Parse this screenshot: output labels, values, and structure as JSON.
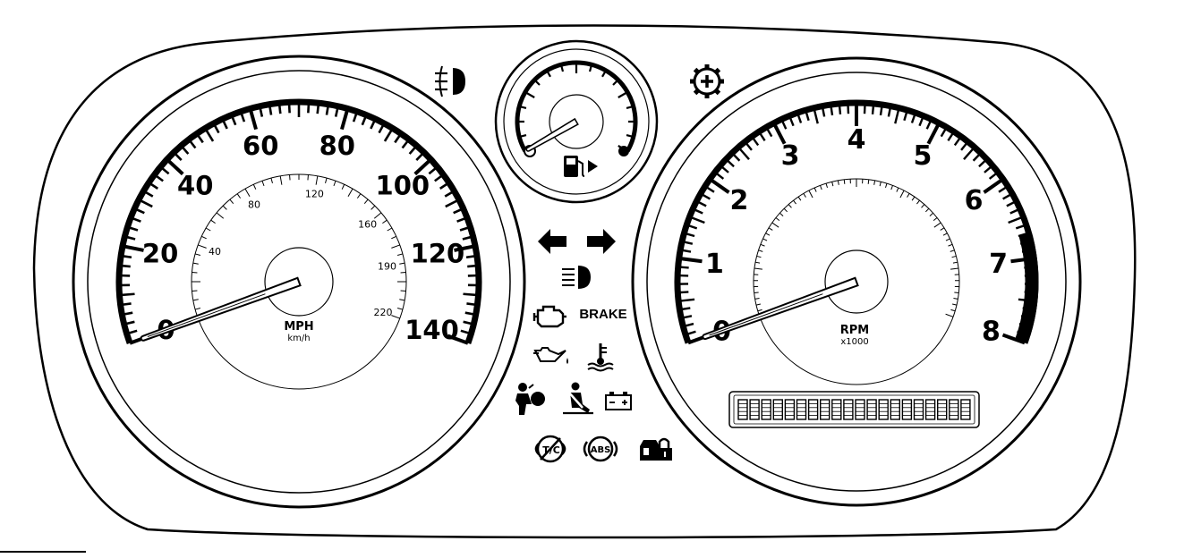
{
  "speedometer": {
    "outer_labels": [
      "0",
      "20",
      "40",
      "60",
      "80",
      "100",
      "120",
      "140"
    ],
    "inner_labels": [
      "40",
      "80",
      "120",
      "160",
      "190",
      "220"
    ],
    "unit": "MPH",
    "unit_secondary": "km/h",
    "needle_value": 0
  },
  "tachometer": {
    "labels": [
      "0",
      "1",
      "2",
      "3",
      "4",
      "5",
      "6",
      "7",
      "8"
    ],
    "unit": "RPM",
    "unit_secondary": "x1000",
    "needle_value": 0
  },
  "fuel_gauge": {
    "needle_value": 0
  },
  "warning_lights": {
    "brake_label": "BRAKE",
    "tc_label": "T/C",
    "abs_label": "ABS"
  },
  "icons": [
    "fog-lamp-icon",
    "service-gear-icon",
    "fuel-pump-icon",
    "turn-left-arrow-icon",
    "turn-right-arrow-icon",
    "high-beam-icon",
    "check-engine-icon",
    "oil-pressure-icon",
    "coolant-temp-icon",
    "airbag-icon",
    "seatbelt-icon",
    "battery-icon",
    "traction-control-icon",
    "abs-icon",
    "security-lock-icon"
  ]
}
